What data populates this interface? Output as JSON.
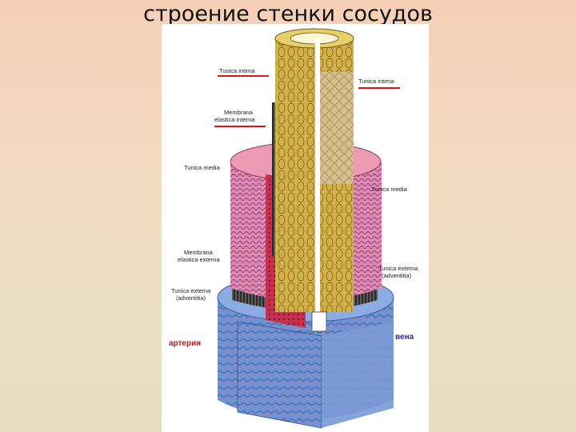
{
  "title": "строение стенки сосудов",
  "labels": {
    "tunica_intima_left": "Tunica intima",
    "membrana_interna_1": "Membrana",
    "membrana_interna_2": "elastica interna",
    "tunica_media_left": "Tunica media",
    "membrana_externa_1": "Membrana",
    "membrana_externa_2": "elastica externa",
    "tunica_externa_left_1": "Tunica externa",
    "tunica_externa_left_2": "(adventitia)",
    "tunica_intima_right": "Tunica intima",
    "tunica_media_right": "Tunica media",
    "tunica_externa_right_1": "Tunica externa",
    "tunica_externa_right_2": "(adventitia)",
    "artery": "артерия",
    "vein": "вена"
  },
  "colors": {
    "highlight": "#d9141b",
    "artery_label": "#c0151b",
    "vein_label": "#1c2f86",
    "intima": "#c9a83a",
    "media": "#c9476a",
    "adventitia": "#5a7fc2"
  }
}
